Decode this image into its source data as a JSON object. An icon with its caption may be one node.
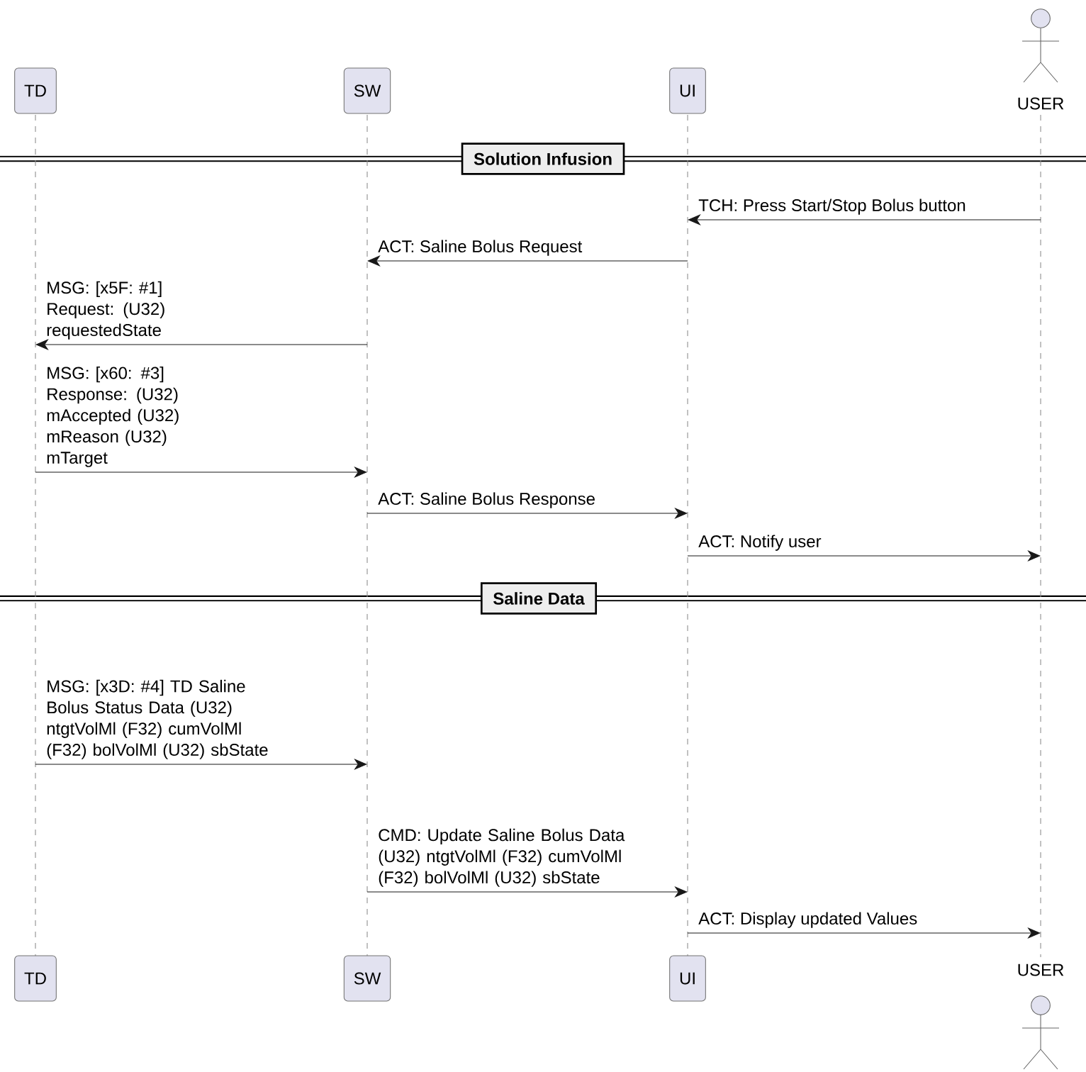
{
  "diagram": {
    "nodes": [
      {
        "text": [
          "TD"
        ]
      },
      {
        "text": [
          "SW"
        ]
      },
      {
        "text": [
          "UI"
        ]
      },
      {
        "text": [
          "USER"
        ]
      },
      {
        "text": [],
        "shape": "line"
      },
      {
        "text": [],
        "shape": "line"
      },
      {
        "text": [],
        "shape": "line"
      },
      {
        "text": [],
        "shape": "line"
      },
      {
        "text": [
          "Solution Infusion"
        ]
      },
      {
        "text": [
          "Saline Data"
        ]
      },
      {
        "text": [
          "TD"
        ]
      },
      {
        "text": [
          "SW"
        ]
      },
      {
        "text": [
          "UI"
        ]
      },
      {
        "text": [
          "USER"
        ]
      }
    ],
    "edges": [
      {
        "from": 7,
        "to": 6,
        "arrow": "to",
        "label": "TCH: Press Start/Stop Bolus button"
      },
      {
        "from": 6,
        "to": 5,
        "arrow": "to",
        "label": "ACT: Saline Bolus Request"
      },
      {
        "from": 5,
        "to": 4,
        "arrow": "to",
        "label": "MSG: [x5F: #1] Request: (U32) requestedState"
      },
      {
        "from": 4,
        "to": 5,
        "arrow": "to",
        "label": "MSG: [x60: #3] Response: (U32)  mAccepted (U32)  mReason (U32)  mTarget"
      },
      {
        "from": 5,
        "to": 6,
        "arrow": "to",
        "label": "ACT: Saline Bolus Response"
      },
      {
        "from": 6,
        "to": 7,
        "arrow": "to",
        "label": "ACT: Notify user"
      },
      {
        "from": 4,
        "to": 5,
        "arrow": "to",
        "label": "MSG: [x3D: #4] TD Saline Bolus Status Data (U32) ntgtVolMl (F32) cumVolMl (F32) bolVolMl (U32) sbState"
      },
      {
        "from": 5,
        "to": 6,
        "arrow": "to",
        "label": "CMD: Update Saline Bolus Data (U32) ntgtVolMl (F32) cumVolMl (F32) bolVolMl (U32) sbState"
      },
      {
        "from": 6,
        "to": 7,
        "arrow": "to",
        "label": "ACT: Display updated Values"
      }
    ]
  }
}
